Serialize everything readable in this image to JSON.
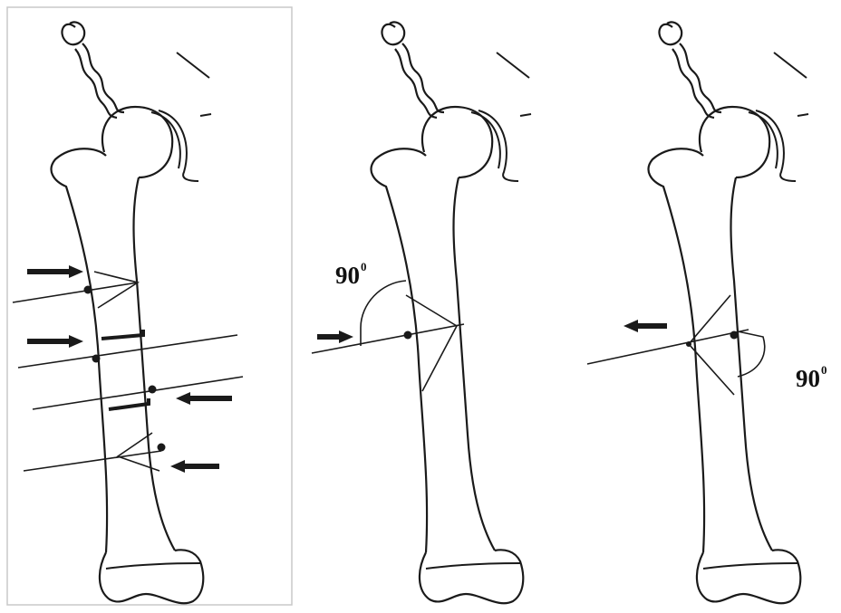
{
  "panels": [
    {
      "id": "panel-1",
      "framed": true,
      "angle_label": null
    },
    {
      "id": "panel-2",
      "framed": false,
      "angle_label": {
        "value": "90",
        "superscript": "0"
      }
    },
    {
      "id": "panel-3",
      "framed": false,
      "angle_label": {
        "value": "90",
        "superscript": "0"
      }
    }
  ],
  "colors": {
    "line": "#1a1a1a",
    "frame": "#c8c8c8",
    "background": "#ffffff"
  }
}
